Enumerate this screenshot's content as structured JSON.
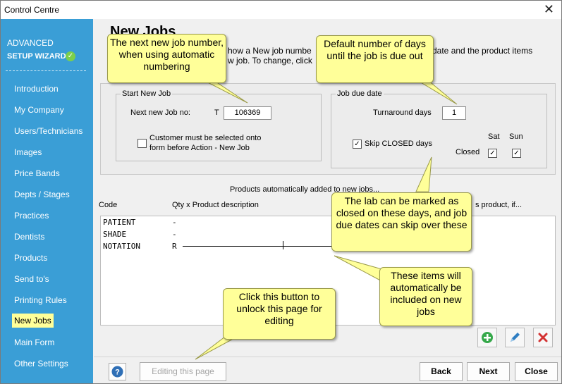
{
  "window": {
    "title": "Control Centre",
    "close": "✕"
  },
  "sidebar": {
    "heading_line1": "ADVANCED",
    "heading_line2": "SETUP WIZARD",
    "check_icon": "check-circle-icon",
    "items": [
      {
        "label": "Introduction"
      },
      {
        "label": "My Company"
      },
      {
        "label": "Users/Technicians"
      },
      {
        "label": "Images"
      },
      {
        "label": "Price Bands"
      },
      {
        "label": "Depts / Stages"
      },
      {
        "label": "Practices"
      },
      {
        "label": "Dentists"
      },
      {
        "label": "Products"
      },
      {
        "label": "Send to's"
      },
      {
        "label": "Printing Rules"
      },
      {
        "label": "New Jobs"
      },
      {
        "label": "Main Form"
      },
      {
        "label": "Other Settings"
      }
    ],
    "active": "New Jobs"
  },
  "page": {
    "title": "New Jobs",
    "desc_line1": "how a New job numbe",
    "desc_line1b": "date and the product items",
    "desc_line2": "w job. To change, click"
  },
  "start_new_job": {
    "legend": "Start New Job",
    "next_label": "Next new Job no:",
    "prefix": "T",
    "next_value": "106369",
    "customer_label_line1": "Customer must be selected onto",
    "customer_label_line2": "form before Action - New Job",
    "customer_checked": false
  },
  "due_date": {
    "legend": "Job due date",
    "turnaround_label": "Turnaround days",
    "turnaround_value": "1",
    "skip_label": "Skip CLOSED days",
    "skip_checked": true,
    "sat_label": "Sat",
    "sun_label": "Sun",
    "closed_label": "Closed",
    "sat_checked": true,
    "sun_checked": true
  },
  "products": {
    "section_title": "Products automatically added to new jobs...",
    "col_code": "Code",
    "col_qty": "Qty x Product description",
    "col_right": "s product, if...",
    "rows": [
      {
        "code": "PATIENT",
        "qty": "-"
      },
      {
        "code": "SHADE",
        "qty": "-"
      },
      {
        "code": "NOTATION",
        "qty": "R"
      }
    ]
  },
  "toolbar": {
    "add_icon": "add-icon",
    "edit_icon": "pencil-icon",
    "delete_icon": "delete-icon"
  },
  "footer": {
    "help_icon": "help-icon",
    "editing_label": "Editing this page",
    "back_label": "Back",
    "next_label": "Next",
    "close_label": "Close"
  },
  "callouts": {
    "job_number": "The next new job number, when using automatic numbering",
    "due_days": "Default number of days until the job is due out",
    "closed_days": "The lab can be marked as closed on these days, and job due dates can skip over these",
    "auto_items": "These items will automatically be included on new jobs",
    "unlock": "Click this button to unlock this page for editing"
  },
  "colors": {
    "sidebar": "#3a9ed6",
    "active_nav": "#ffff99",
    "callout": "#ffff99"
  }
}
